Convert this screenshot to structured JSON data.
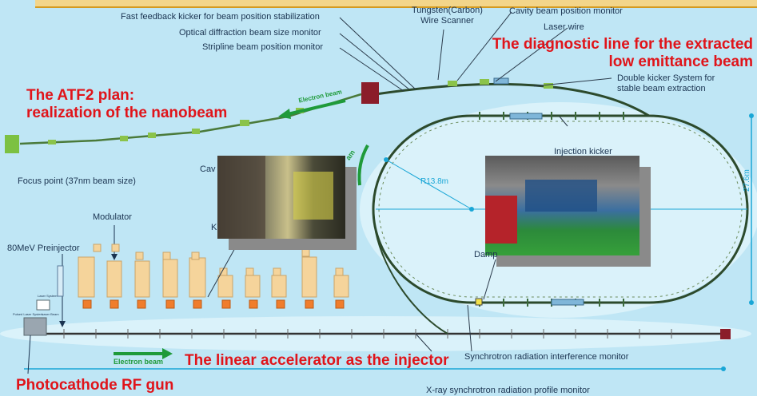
{
  "colors": {
    "background": "#bfe6f5",
    "title_red": "#e0141a",
    "beam_green": "#1f9a3a",
    "label_text": "#1a3350",
    "klystron_fill": "#f5d49b",
    "ring_dark": "#2c4a2c"
  },
  "labels": {
    "fast_feedback": "Fast feedback kicker for beam position stabilization",
    "optical_diffraction": "Optical diffraction beam size monitor",
    "stripline": "Stripline beam position monitor",
    "tungsten": "Tungsten(Carbon)\nWire Scanner",
    "cavity_bpm": "Cavity beam position monitor",
    "laser_wire": "Laser wire",
    "double_kicker": "Double kicker System for\nstable beam extraction",
    "injection_kicker": "Injection kicker",
    "focus_point": "Focus point (37nm beam size)",
    "modulator": "Modulator",
    "preinjector": "80MeV Preinjector",
    "radius": "R13.8m",
    "height_dim": "27.6m",
    "sync_interference": "Synchrotron radiation interference monitor",
    "xray_monitor": "X-ray synchrotron radiation profile monitor",
    "electron_beam_top": "Electron beam",
    "electron_beam_bottom": "Electron beam",
    "partial_cav": "Cav",
    "partial_k": "K",
    "partial_damp": "Damp",
    "partial_am": "am",
    "small_label_1": "Laser System",
    "small_label_2": "Pulsed Laser System",
    "small_label_3": "Laser Beam"
  },
  "titles": {
    "diagnostic": "The diagnostic line for the extracted\nlow emittance beam",
    "atf2": "The ATF2 plan:\nrealization of the nanobeam",
    "linac": "The linear accelerator as the injector",
    "rf_gun": "Photocathode RF gun"
  }
}
